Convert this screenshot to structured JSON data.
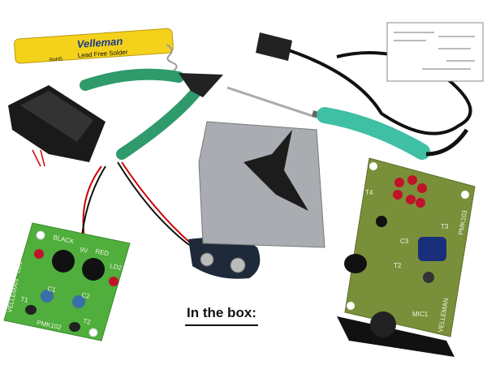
{
  "caption": "In the box:",
  "items": {
    "solder": {
      "brand": "Velleman",
      "label": "Lead Free Solder",
      "badge": "RoHS"
    },
    "small_kit": {
      "labels": [
        "BLACK",
        "9V",
        "RED",
        "LD1",
        "LD2",
        "C1",
        "C2",
        "T1",
        "T2",
        "VELLEMAN",
        "PMK102"
      ]
    },
    "large_kit": {
      "labels": [
        "T4",
        "T3",
        "C3",
        "T2",
        "MIC1",
        "VELLEMAN",
        "PMK103"
      ]
    }
  },
  "colors": {
    "pcb_green": "#4fae3c",
    "pcb_olive": "#7a8f3a",
    "plier_green": "#2f9a6b",
    "iron_teal": "#3fbfa3",
    "led_red": "#c0132a"
  }
}
